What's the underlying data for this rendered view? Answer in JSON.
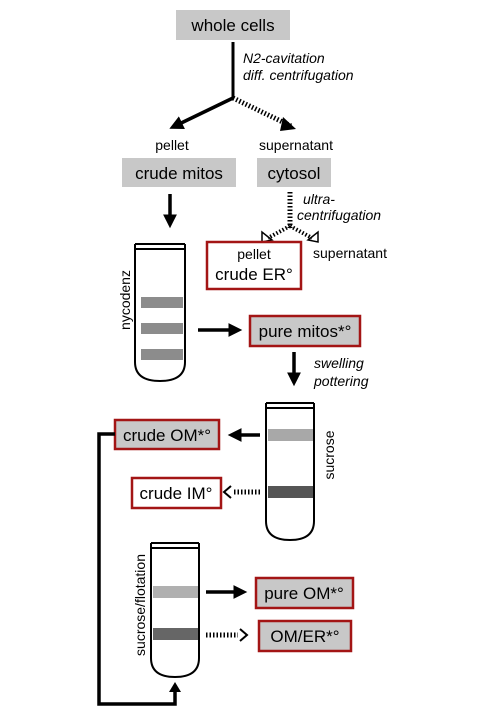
{
  "nodes": {
    "whole_cells": "whole cells",
    "crude_mitos": "crude mitos",
    "cytosol": "cytosol",
    "crude_er": "crude ER°",
    "pure_mitos": "pure mitos*°",
    "crude_om": "crude OM*°",
    "crude_im": "crude IM°",
    "pure_om": "pure OM*°",
    "om_er": "OM/ER*°"
  },
  "labels": {
    "cavitation_1": "N2-cavitation",
    "cavitation_2": "diff. centrifugation",
    "pellet": "pellet",
    "supernatant": "supernatant",
    "ultra_1": "ultra-",
    "ultra_2": "centrifugation",
    "pellet_2": "pellet",
    "supernatant_2": "supernatant",
    "swelling": "swelling",
    "pottering": "pottering"
  },
  "tubes": {
    "nycodenz": "nycodenz",
    "sucrose": "sucrose",
    "flotation": "sucrose/flotation"
  },
  "colors": {
    "box_fill": "#c8c8c8",
    "box_border_red": "#a31515",
    "band_light": "#b0b0b0",
    "band_mid": "#8c8c8c",
    "band_dark": "#555555",
    "ink": "#000000"
  }
}
